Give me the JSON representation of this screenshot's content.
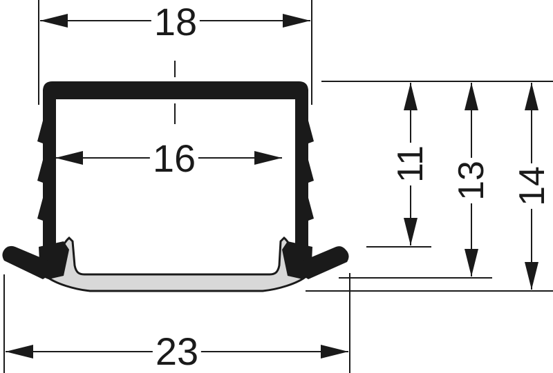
{
  "drawing": {
    "title": "LED aluminium profile cross-section with diffuser",
    "colors": {
      "line": "#1a1a1a",
      "profile": "#1a1a1a",
      "diffuser_fill": "#d8d8d8",
      "background": "#ffffff"
    },
    "dimensions": {
      "outer_width": {
        "label": "18",
        "orientation": "horizontal"
      },
      "inner_width": {
        "label": "16",
        "orientation": "horizontal"
      },
      "flange_width": {
        "label": "23",
        "orientation": "horizontal"
      },
      "inner_depth": {
        "label": "11",
        "orientation": "vertical"
      },
      "depth_to_diffuser": {
        "label": "13",
        "orientation": "vertical"
      },
      "total_height": {
        "label": "14",
        "orientation": "vertical"
      }
    },
    "parts": [
      {
        "name": "aluminium-channel-profile",
        "fill": "black"
      },
      {
        "name": "diffuser-cover",
        "fill": "light-grey"
      },
      {
        "name": "mounting-flanges",
        "fill": "black"
      }
    ]
  }
}
